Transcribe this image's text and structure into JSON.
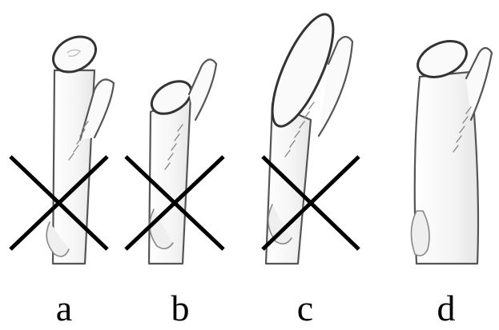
{
  "panels": [
    {
      "label": "a",
      "crossed": true
    },
    {
      "label": "b",
      "crossed": true
    },
    {
      "label": "c",
      "crossed": true
    },
    {
      "label": "d",
      "crossed": false
    }
  ]
}
